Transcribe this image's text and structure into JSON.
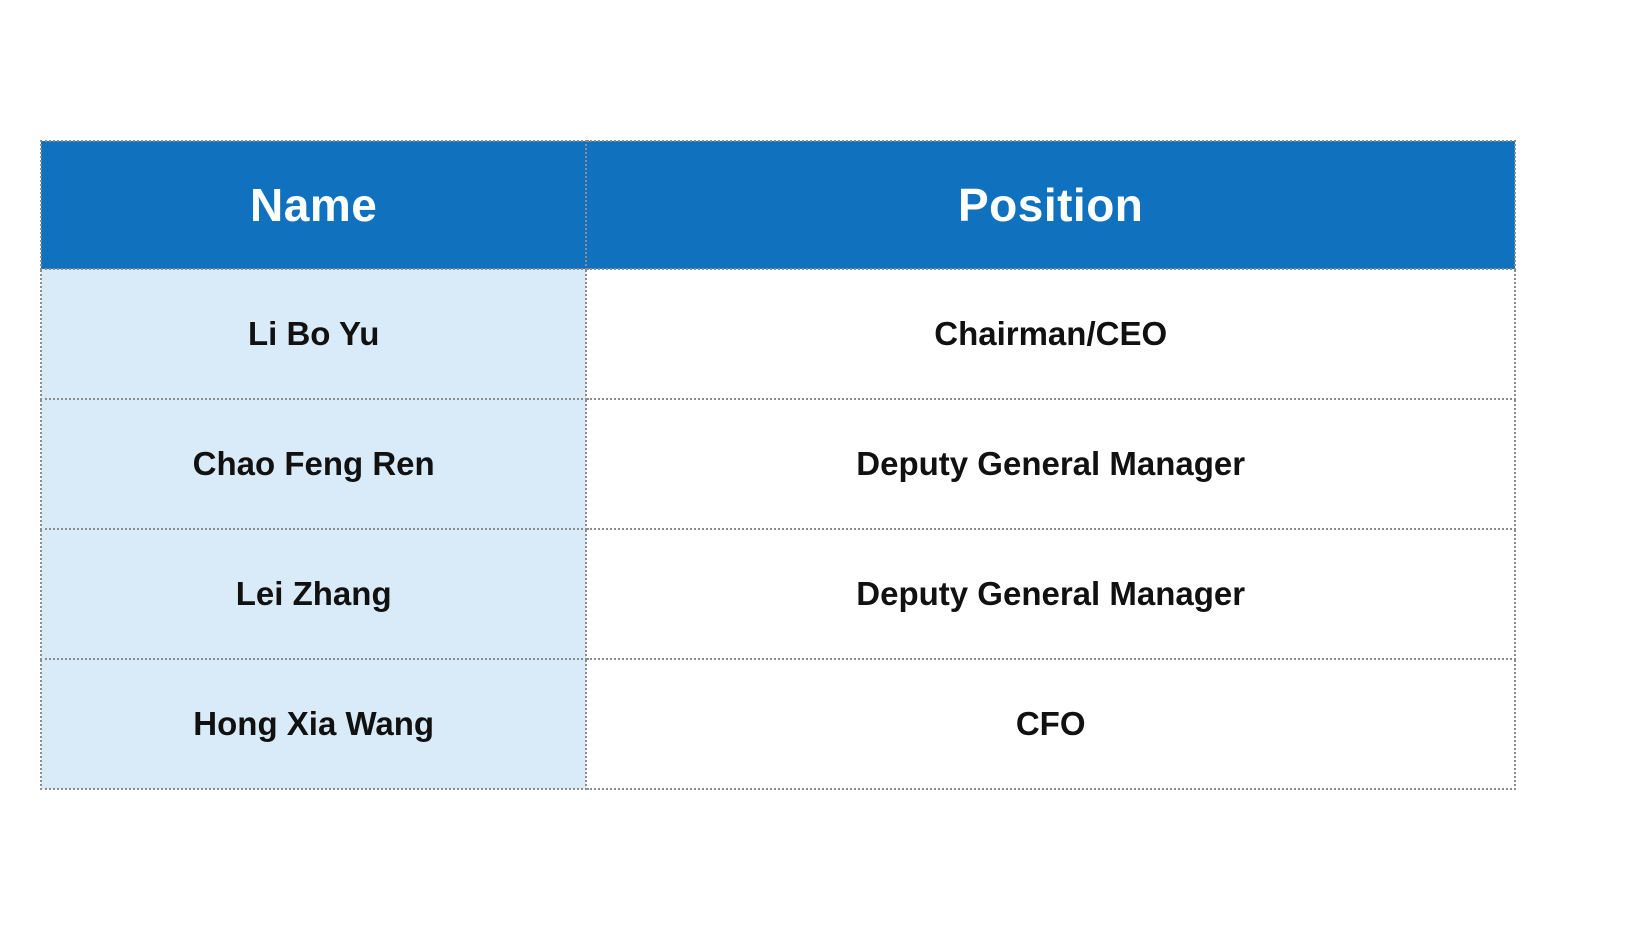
{
  "page": {
    "background": "#ffffff"
  },
  "table": {
    "header": {
      "name_label": "Name",
      "position_label": "Position"
    },
    "colors": {
      "header_bg": "#1072be",
      "header_text": "#ffffff",
      "name_column_bg": "#d9eaf8",
      "position_column_bg": "#ffffff",
      "border": "#8c8c8c",
      "body_text": "#111111"
    }
  },
  "chart_data": {
    "type": "table",
    "title": "",
    "columns": [
      "Name",
      "Position"
    ],
    "rows": [
      [
        "Li Bo Yu",
        "Chairman/CEO"
      ],
      [
        "Chao Feng Ren",
        "Deputy General Manager"
      ],
      [
        "Lei Zhang",
        "Deputy General Manager"
      ],
      [
        "Hong Xia Wang",
        "CFO"
      ]
    ]
  }
}
